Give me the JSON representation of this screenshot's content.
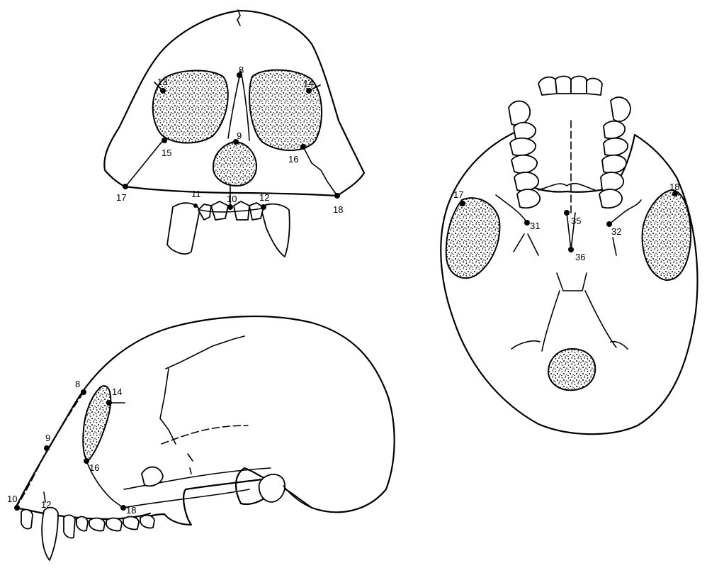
{
  "landmarks": {
    "front": [
      "8",
      "9",
      "10",
      "11",
      "12",
      "13",
      "14",
      "15",
      "16",
      "17",
      "18"
    ],
    "base": [
      "17",
      "18",
      "31",
      "32",
      "35",
      "36"
    ],
    "side": [
      "8",
      "9",
      "10",
      "12",
      "14",
      "16",
      "18"
    ]
  }
}
